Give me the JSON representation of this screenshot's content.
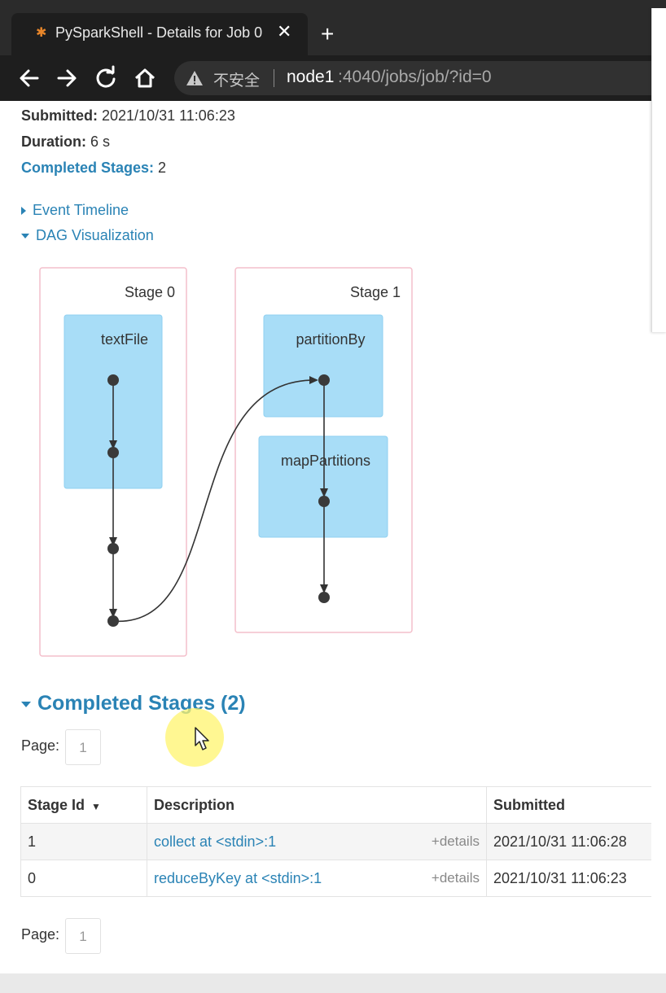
{
  "browser": {
    "tab_title": "PySparkShell - Details for Job 0",
    "new_tab_label": "+",
    "security_label": "不安全",
    "url_host": "node1",
    "url_path": ":4040/jobs/job/?id=0"
  },
  "summary": {
    "submitted_label": "Submitted:",
    "submitted_value": "2021/10/31 11:06:23",
    "duration_label": "Duration:",
    "duration_value": "6 s",
    "completed_label": "Completed Stages:",
    "completed_value": "2"
  },
  "toggles": {
    "event_timeline": "Event Timeline",
    "dag_visualization": "DAG Visualization"
  },
  "dag": {
    "stages": [
      {
        "label": "Stage 0",
        "rdds": [
          "textFile"
        ]
      },
      {
        "label": "Stage 1",
        "rdds": [
          "partitionBy",
          "mapPartitions"
        ]
      }
    ]
  },
  "completed_stages": {
    "heading": "Completed Stages (2)",
    "page_label": "Page:",
    "page_value": "1",
    "columns": [
      "Stage Id",
      "Description",
      "Submitted"
    ],
    "rows": [
      {
        "stage_id": "1",
        "description": "collect at <stdin>:1",
        "details": "+details",
        "submitted": "2021/10/31 11:06:28"
      },
      {
        "stage_id": "0",
        "description": "reduceByKey at <stdin>:1",
        "details": "+details",
        "submitted": "2021/10/31 11:06:23"
      }
    ]
  },
  "colors": {
    "link": "#2a83b5",
    "rdd_fill": "#a8ddf7",
    "stage_border": "#f4bfcb"
  }
}
